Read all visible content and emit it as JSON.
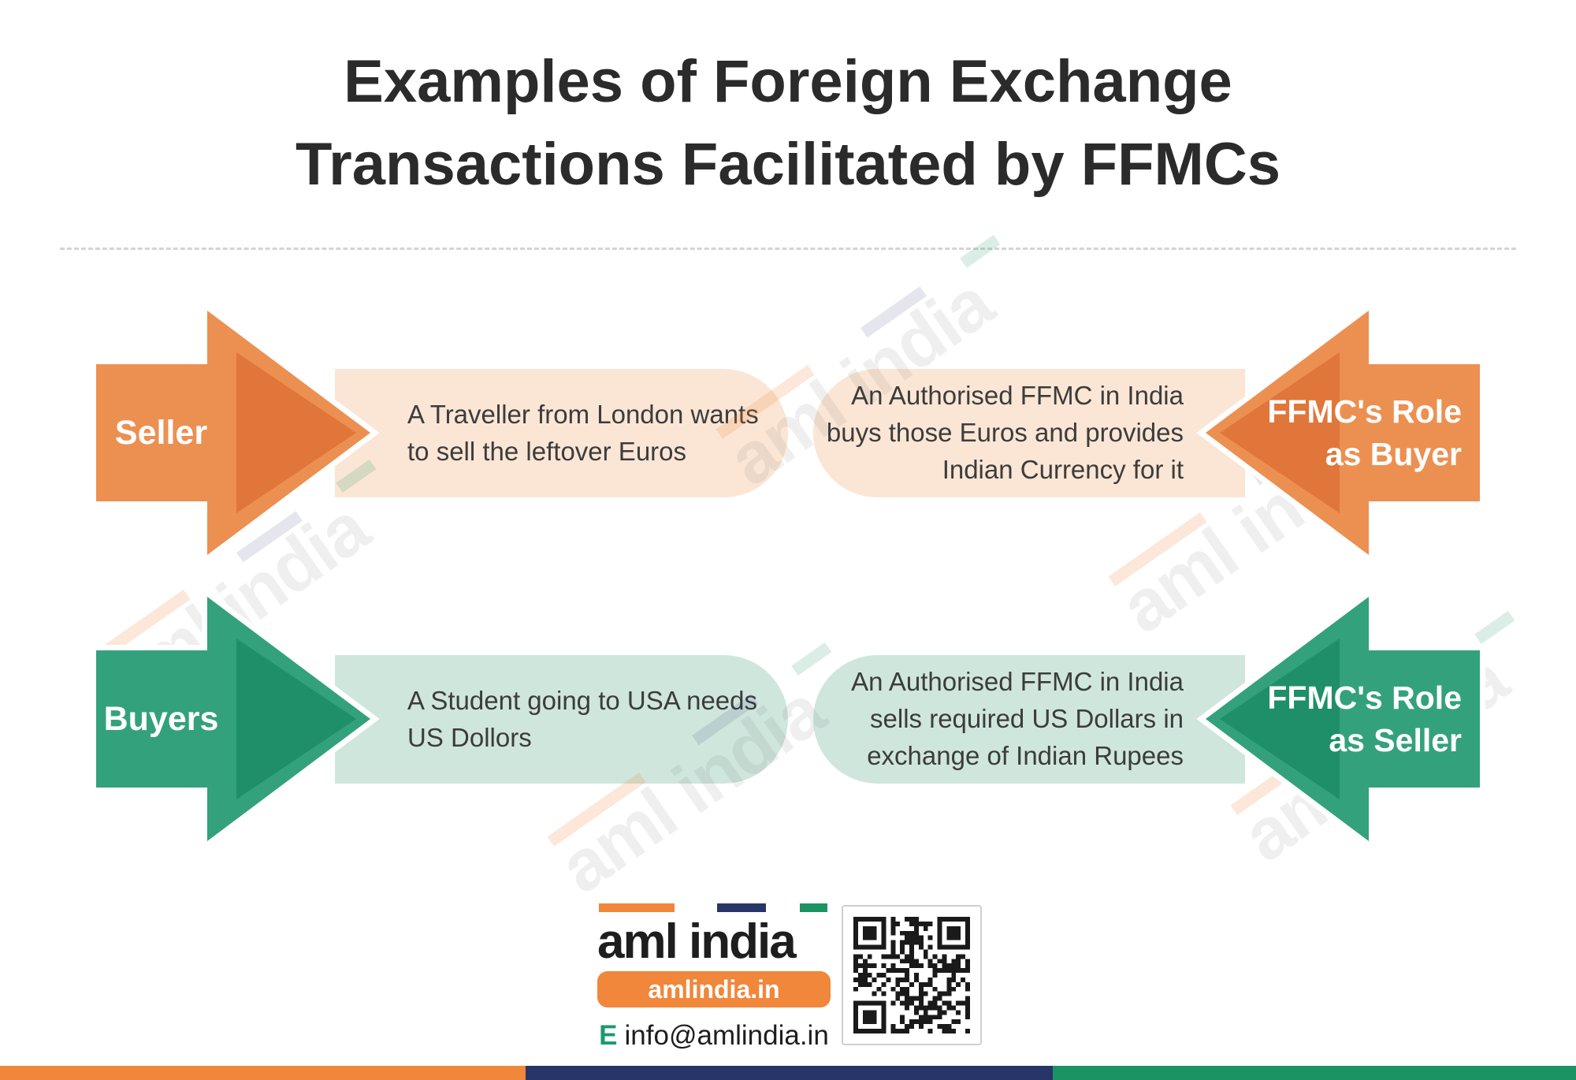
{
  "title": {
    "line1": "Examples of Foreign Exchange",
    "line2": "Transactions Facilitated by FFMCs"
  },
  "watermark_text": "aml india",
  "rows": [
    {
      "theme": "orange",
      "label": "Seller",
      "box1": {
        "line1": "A Traveller from London wants",
        "line2": "to sell the leftover Euros"
      },
      "box2": {
        "line1": "An Authorised FFMC in India",
        "line2": "buys those Euros and provides",
        "line3": "Indian Currency for it"
      },
      "role": {
        "line1": "FFMC's Role",
        "line2": "as Buyer"
      }
    },
    {
      "theme": "green",
      "label": "Buyers",
      "box1": {
        "line1": "A Student going to USA needs",
        "line2": "US Dollors"
      },
      "box2": {
        "line1": "An Authorised FFMC in India",
        "line2": "sells required US Dollars in",
        "line3": "exchange of Indian Rupees"
      },
      "role": {
        "line1": "FFMC's Role",
        "line2": "as Seller"
      }
    }
  ],
  "footer": {
    "logo": "aml india",
    "website": "amlindia.in",
    "email_label": "E",
    "email": "info@amlindia.in"
  },
  "colors": {
    "orange_arrow": "#ec9052",
    "orange_arrow_dark": "#e0763a",
    "peach_box": "#fbe6d5",
    "green_arrow": "#34a17d",
    "green_arrow_dark": "#1f8f69",
    "mint_box": "#cfe6dd",
    "title_text": "#2b2b2b",
    "body_text": "#3c3c3c",
    "brand_orange": "#f0873b",
    "brand_navy": "#283569",
    "brand_green": "#1b9363"
  }
}
